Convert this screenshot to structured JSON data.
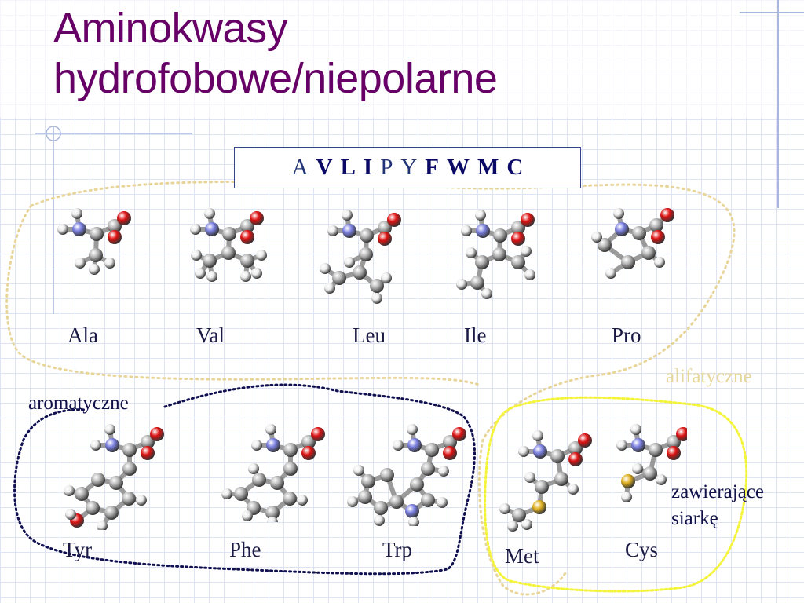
{
  "slide": {
    "title_line1": "Aminokwasy",
    "title_line2": "hydrofobowe/niepolarne"
  },
  "codes": [
    {
      "letter": "A",
      "bold": false
    },
    {
      "letter": "V",
      "bold": true
    },
    {
      "letter": "L",
      "bold": true
    },
    {
      "letter": "I",
      "bold": true
    },
    {
      "letter": "P",
      "bold": false
    },
    {
      "letter": "Y",
      "bold": false
    },
    {
      "letter": "F",
      "bold": true
    },
    {
      "letter": "W",
      "bold": true
    },
    {
      "letter": "M",
      "bold": true
    },
    {
      "letter": "C",
      "bold": true
    }
  ],
  "amino_acids": {
    "ala": "Ala",
    "val": "Val",
    "leu": "Leu",
    "ile": "Ile",
    "pro": "Pro",
    "tyr": "Tyr",
    "phe": "Phe",
    "trp": "Trp",
    "met": "Met",
    "cys": "Cys"
  },
  "groups": {
    "aromatic": "aromatyczne",
    "aliphatic": "alifatyczne",
    "sulfur_line1": "zawierające",
    "sulfur_line2": "siarkę"
  },
  "colors": {
    "title": "#660066",
    "carbon": "#b4b4b4",
    "hydrogen": "#ececec",
    "nitrogen": "#7a7fe0",
    "oxygen": "#dd1111",
    "sulfur": "#e0b020",
    "aliphatic_outline": "#e8d59a",
    "aromatic_outline": "#101050",
    "sulfur_outline": "#f4f43a"
  }
}
